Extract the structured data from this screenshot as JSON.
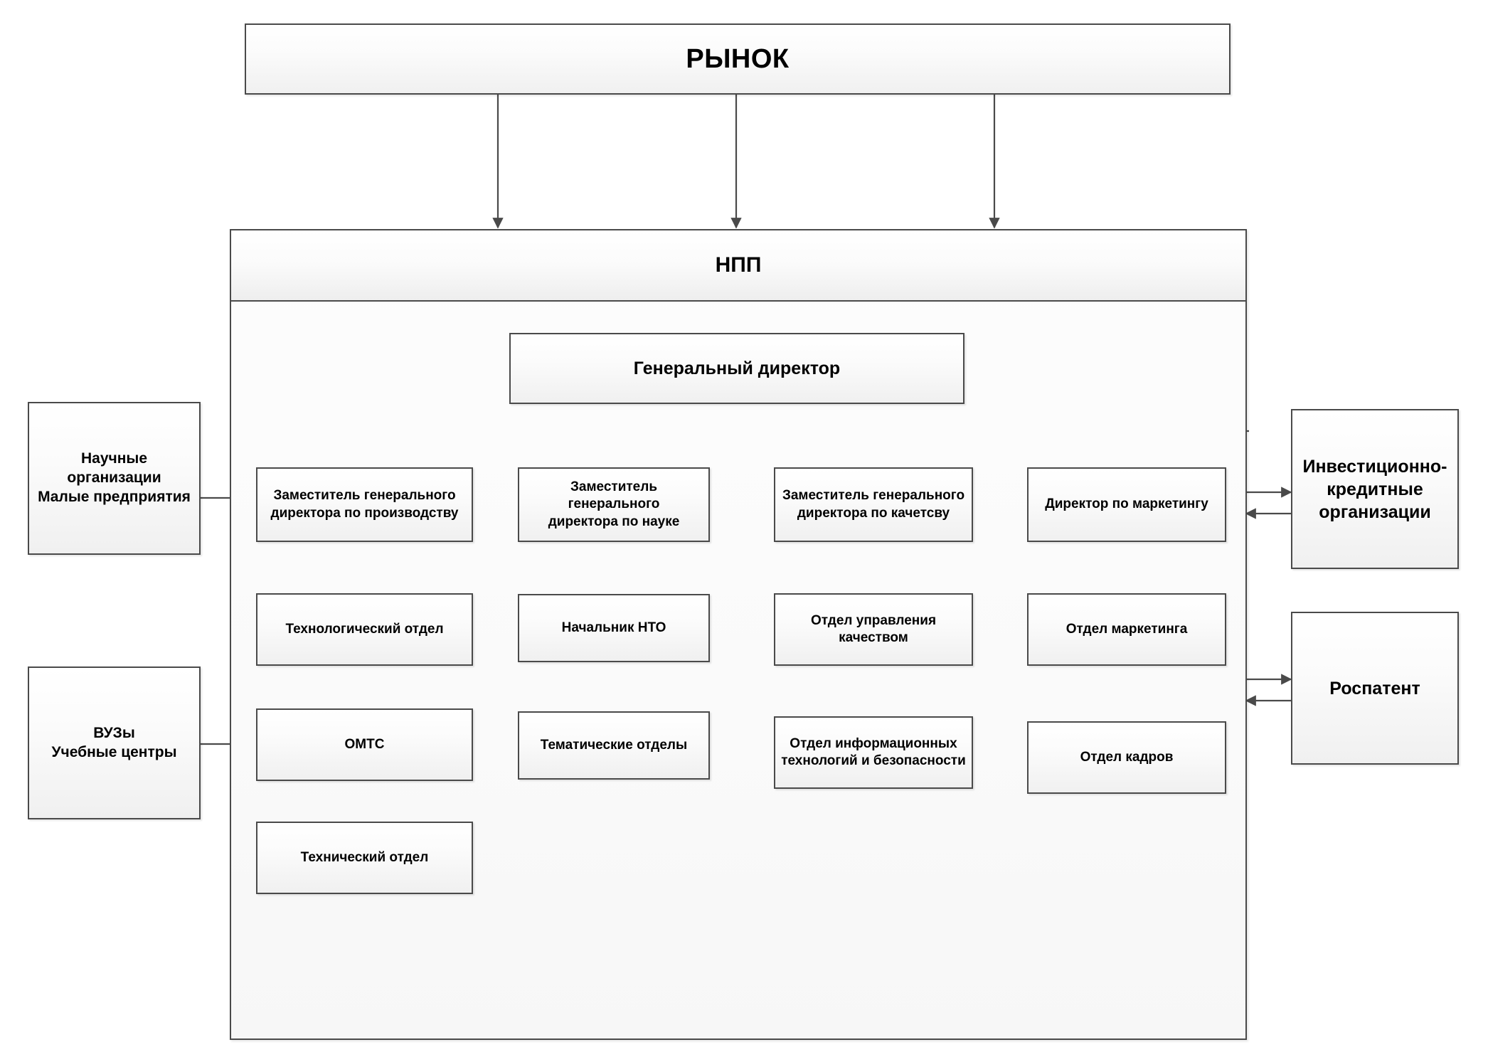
{
  "diagram": {
    "title": "РЫНОК",
    "org_container_label": "НПП",
    "head": "Генеральный директор",
    "external_left": [
      {
        "id": "sci-orgs",
        "lines": [
          "Научные организации",
          "Малые предприятия"
        ]
      },
      {
        "id": "universities",
        "lines": [
          "ВУЗы",
          "Учебные центры"
        ]
      }
    ],
    "external_right": [
      {
        "id": "invest-credit",
        "lines": [
          "Инвестиционно-",
          "кредитные",
          "организации"
        ]
      },
      {
        "id": "rospatent",
        "lines": [
          "Роспатент"
        ]
      }
    ],
    "columns": [
      {
        "id": "production",
        "head": {
          "lines": [
            "Заместитель генерального",
            "директора по производству"
          ]
        },
        "children": [
          {
            "id": "tech-dept",
            "lines": [
              "Технологический отдел"
            ]
          },
          {
            "id": "omts",
            "lines": [
              "ОМТС"
            ]
          },
          {
            "id": "technical-dept",
            "lines": [
              "Технический отдел"
            ]
          }
        ]
      },
      {
        "id": "science",
        "head": {
          "lines": [
            "Заместитель генерального",
            "директора по науке"
          ]
        },
        "children": [
          {
            "id": "nto-chief",
            "lines": [
              "Начальник НТО"
            ]
          },
          {
            "id": "thematic-depts",
            "lines": [
              "Тематические отделы"
            ]
          }
        ]
      },
      {
        "id": "quality",
        "head": {
          "lines": [
            "Заместитель генерального",
            "директора по качетсву"
          ]
        },
        "children": [
          {
            "id": "quality-mgmt-dept",
            "lines": [
              "Отдел управления",
              "качеством"
            ]
          },
          {
            "id": "it-security-dept",
            "lines": [
              "Отдел информационных",
              "технологий и безопасности"
            ]
          }
        ]
      },
      {
        "id": "marketing",
        "head": {
          "lines": [
            "Директор по маркетингу"
          ]
        },
        "children": [
          {
            "id": "marketing-dept",
            "lines": [
              "Отдел маркетинга"
            ]
          },
          {
            "id": "hr-dept",
            "lines": [
              "Отдел кадров"
            ]
          }
        ]
      }
    ],
    "colors": {
      "stroke": "#4a4a4a",
      "fill_top": "#ffffff",
      "fill_bottom": "#f0f0f0",
      "text": "#000000",
      "background": "#ffffff"
    }
  }
}
